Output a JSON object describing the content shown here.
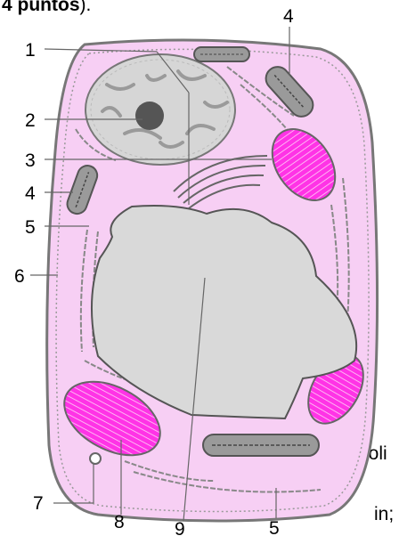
{
  "header_fragment": "4 puntos",
  "header_fragment_suffix": ").",
  "side_fragments": {
    "a": "boli",
    "b": "in;"
  },
  "labels": {
    "top_right": "4",
    "l1": "1",
    "l2": "2",
    "l3": "3",
    "l4": "4",
    "l5": "5",
    "l6": "6",
    "b7": "7",
    "b8": "8",
    "b9": "9",
    "b5": "5"
  },
  "colors": {
    "cytoplasm": "#f7cff4",
    "membrane": "#7a7a7a",
    "nucleus": "#d6d6d6",
    "nucleolus": "#555555",
    "chloroplast": "#ff33e6",
    "vacuole": "#d9d9d9",
    "mitochondrion": "#9a9a9a"
  }
}
